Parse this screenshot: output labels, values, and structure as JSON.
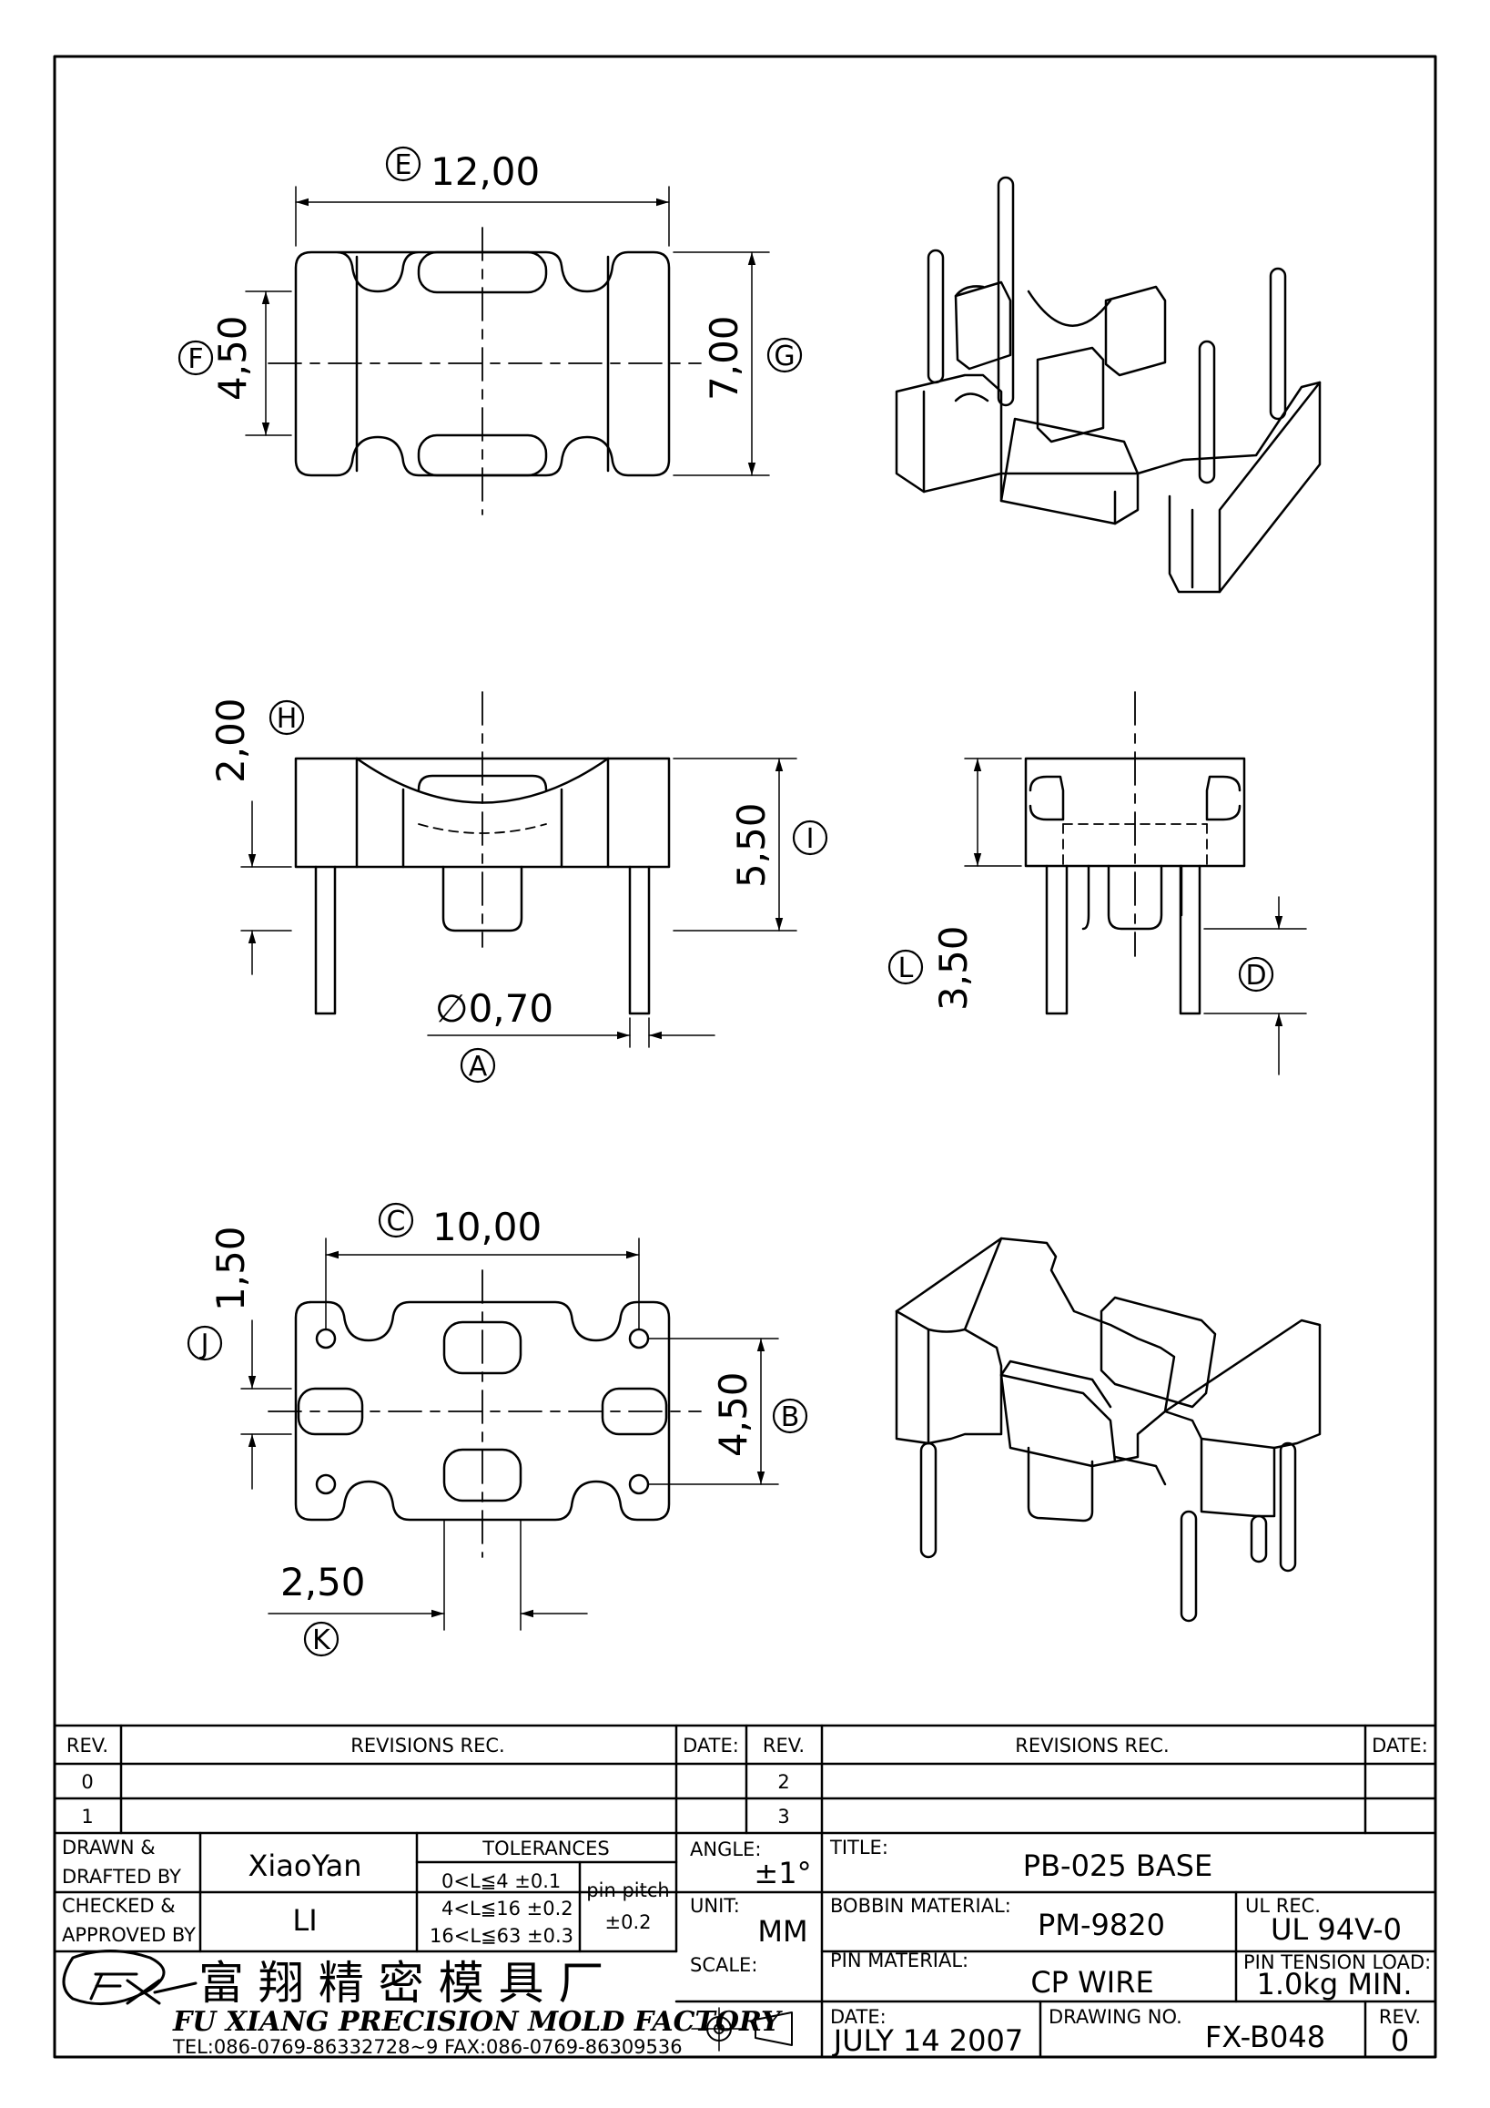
{
  "views": {
    "top": {
      "dim_width": "12,00",
      "dim_slot": "4,50",
      "dim_depth": "7,00",
      "tag_width": "E",
      "tag_slot": "F",
      "tag_depth": "G"
    },
    "front": {
      "dim_arc": "2,00",
      "tag_arc": "H",
      "dim_height": "5,50",
      "tag_height": "I",
      "dim_pin": "∅0,70",
      "tag_pin": "A"
    },
    "side": {
      "dim_pin_length": "3,50",
      "tag_pin_length": "L",
      "tag_pin_end": "D"
    },
    "bottom": {
      "dim_pitch_x": "10,00",
      "tag_pitch_x": "C",
      "dim_offset": "1,50",
      "tag_offset": "J",
      "dim_pitch_y": "4,50",
      "tag_pitch_y": "B",
      "dim_center": "2,50",
      "tag_center": "K"
    }
  },
  "revision_table": {
    "headers": [
      "REV.",
      "REVISIONS  REC.",
      "DATE:",
      "REV.",
      "REVISIONS  REC.",
      "DATE:"
    ],
    "rows_left": [
      "0",
      "1"
    ],
    "rows_right": [
      "2",
      "3"
    ]
  },
  "title_block": {
    "drawn_label_1": "DRAWN &",
    "drawn_label_2": "DRAFTED BY",
    "drawn_by": "XiaoYan",
    "checked_label_1": "CHECKED &",
    "checked_label_2": "APPROVED BY",
    "checked_by": "LI",
    "tolerances_label": "TOLERANCES",
    "tol_1": "0<L≦4   ±0.1",
    "tol_2": "4<L≦16  ±0.2",
    "tol_3": "16<L≦63  ±0.3",
    "pin_pitch_label": "pin pitch",
    "pin_pitch_value": "±0.2",
    "angle_label": "ANGLE:",
    "angle_value": "±1°",
    "unit_label": "UNIT:",
    "unit_value": "MM",
    "scale_label": "SCALE:",
    "title_label": "TITLE:",
    "title_value": "PB-025 BASE",
    "bobbin_label": "BOBBIN MATERIAL:",
    "bobbin_value": "PM-9820",
    "ul_label": "UL REC.",
    "ul_value": "UL 94V-0",
    "pin_mat_label": "PIN MATERIAL:",
    "pin_mat_value": "CP WIRE",
    "tension_label": "PIN TENSION LOAD:",
    "tension_value": "1.0kg MIN.",
    "date_label": "DATE:",
    "date_value": "JULY 14 2007",
    "drawing_no_label": "DRAWING NO.",
    "drawing_no_value": "FX-B048",
    "rev_label": "REV.",
    "rev_value": "0",
    "company_cn": "富 翔 精 密 模 具 厂",
    "company_en": "FU XIANG PRECISION MOLD FACTORY",
    "company_contact": "TEL:086-0769-86332728~9  FAX:086-0769-86309536",
    "logo_text": "FX"
  }
}
